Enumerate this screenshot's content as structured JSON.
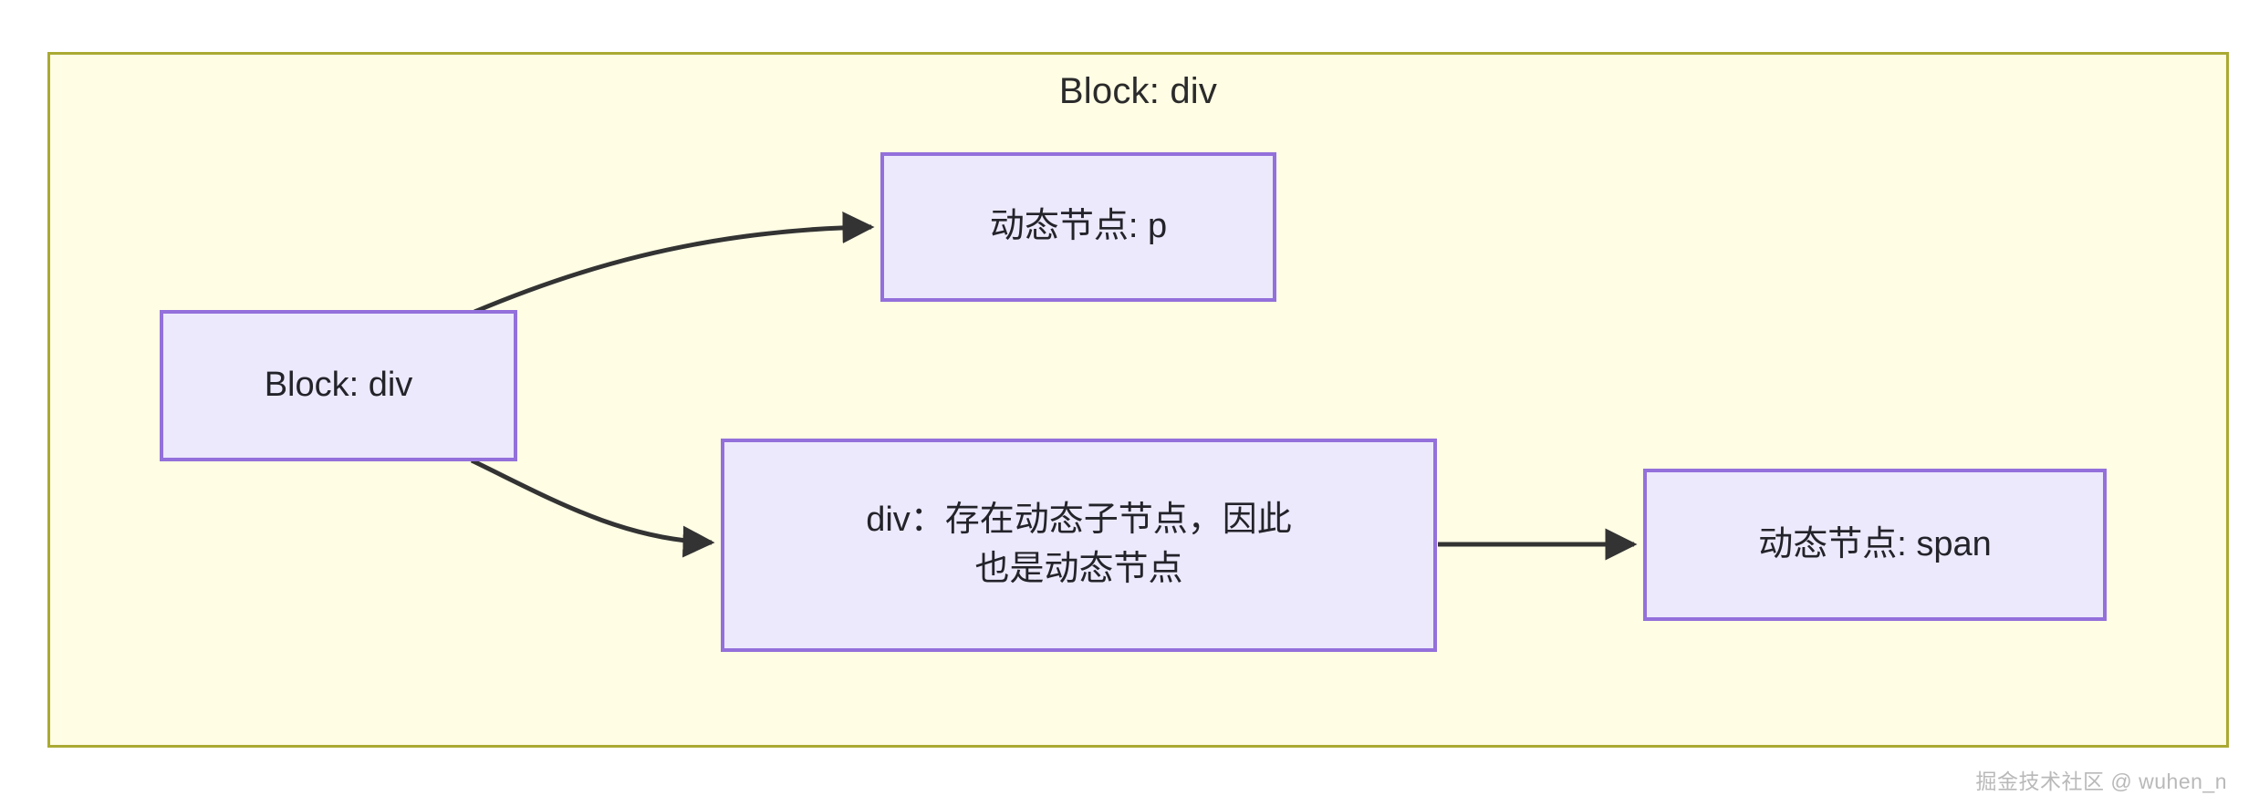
{
  "diagram": {
    "type": "flowchart",
    "container": {
      "title": "Block: div",
      "fill_color": "#fffde4",
      "border_color": "#aaaa33"
    },
    "node_style": {
      "fill_color": "#ece9fc",
      "border_color": "#9370db",
      "text_color": "#23232a"
    },
    "edge_color": "#333333",
    "nodes": [
      {
        "id": "root",
        "label": "Block: div"
      },
      {
        "id": "p",
        "label": "动态节点: p"
      },
      {
        "id": "div-child",
        "label": "div：存在动态子节点，因此\n也是动态节点"
      },
      {
        "id": "span",
        "label": "动态节点: span"
      }
    ],
    "edges": [
      {
        "from": "root",
        "to": "p",
        "style": "curved-arrow"
      },
      {
        "from": "root",
        "to": "div-child",
        "style": "curved-arrow"
      },
      {
        "from": "div-child",
        "to": "span",
        "style": "straight-arrow"
      }
    ]
  },
  "watermark": {
    "text": "掘金技术社区 @ wuhen_n"
  }
}
